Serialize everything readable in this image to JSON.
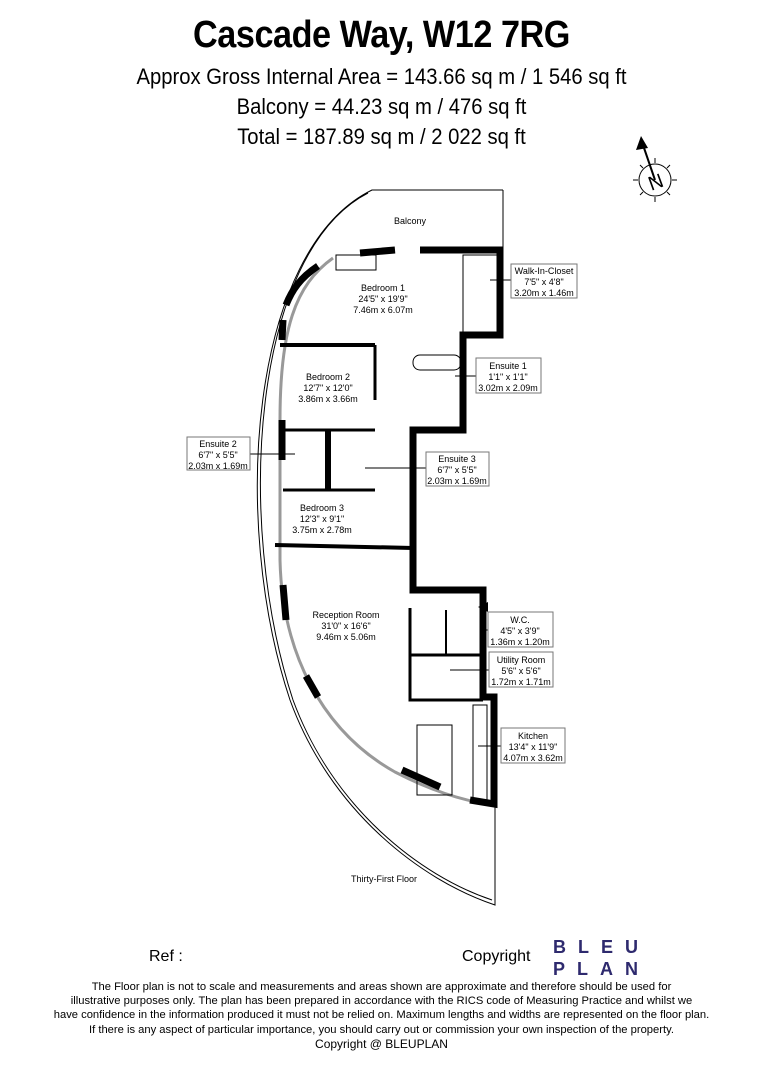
{
  "header": {
    "title": "Cascade Way, W12 7RG",
    "gross_area": "Approx Gross Internal Area = 143.66 sq m / 1 546 sq ft",
    "balcony_area": "Balcony = 44.23 sq m / 476 sq ft",
    "total_area": "Total = 187.89 sq m / 2 022 sq ft"
  },
  "compass": {
    "label": "N"
  },
  "plan": {
    "floor": "Thirty-First Floor",
    "balcony": "Balcony",
    "rooms": {
      "bedroom1": {
        "name": "Bedroom 1",
        "imperial": "24'5\" x 19'9\"",
        "metric": "7.46m x 6.07m"
      },
      "walkin": {
        "name": "Walk-In-Closet",
        "imperial": "7'5\" x 4'8\"",
        "metric": "3.20m x 1.46m"
      },
      "bedroom2": {
        "name": "Bedroom 2",
        "imperial": "12'7\" x 12'0\"",
        "metric": "3.86m x 3.66m"
      },
      "ensuite1": {
        "name": "Ensuite 1",
        "imperial": "1'1\" x 1'1\"",
        "metric": "3.02m x 2.09m"
      },
      "ensuite2": {
        "name": "Ensuite 2",
        "imperial": "6'7\" x 5'5\"",
        "metric": "2.03m x 1.69m"
      },
      "ensuite3": {
        "name": "Ensuite 3",
        "imperial": "6'7\" x 5'5\"",
        "metric": "2.03m x 1.69m"
      },
      "bedroom3": {
        "name": "Bedroom 3",
        "imperial": "12'3\" x 9'1\"",
        "metric": "3.75m x 2.78m"
      },
      "reception": {
        "name": "Reception Room",
        "imperial": "31'0\" x 16'6\"",
        "metric": "9.46m x 5.06m"
      },
      "wc": {
        "name": "W.C.",
        "imperial": "4'5\" x 3'9\"",
        "metric": "1.36m x 1.20m"
      },
      "utility": {
        "name": "Utility Room",
        "imperial": "5'6\" x 5'6\"",
        "metric": "1.72m x 1.71m"
      },
      "kitchen": {
        "name": "Kitchen",
        "imperial": "13'4\" x 11'9\"",
        "metric": "4.07m x 3.62m"
      }
    }
  },
  "footer": {
    "ref": "Ref  :",
    "copyright": "Copyright",
    "logo_line1": "BLEU",
    "logo_line2": "PLAN",
    "logo_color": "#2e2a6e",
    "disclaimer": [
      "The Floor plan is not to scale and measurements and areas shown are approximate and therefore should be used for",
      "illustrative purposes only. The plan has been prepared in accordance with the RICS code of Measuring Practice and whilst we",
      "have confidence in the information produced it must not be relied on. Maximum lengths and widths are represented on the floor plan.",
      "If there is any aspect of particular importance, you should carry out or commission your own inspection of the property.",
      "Copyright @ BLEUPLAN"
    ]
  }
}
